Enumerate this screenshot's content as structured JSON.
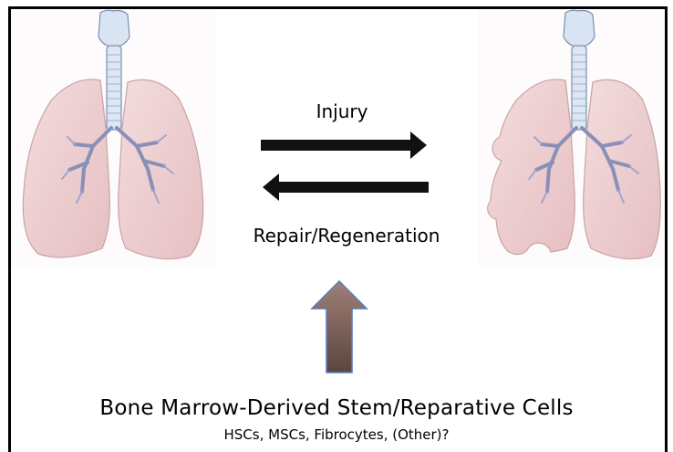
{
  "diagram": {
    "injury_label": "Injury",
    "repair_label": "Repair/Regeneration",
    "bone_marrow_title": "Bone Marrow-Derived Stem/Reparative Cells",
    "cell_types": "HSCs, MSCs, Fibrocytes, (Other)?"
  },
  "colors": {
    "lung_fill": "#eecfd0",
    "lung_stroke": "#c9a3a6",
    "airway_fill": "#d6e2f0",
    "airway_stroke": "#6f86a8",
    "bronchi": "#8a8fb8",
    "up_arrow_top": "#5a463e",
    "up_arrow_bottom": "#a07f77",
    "up_arrow_stroke": "#5c7fb7"
  }
}
